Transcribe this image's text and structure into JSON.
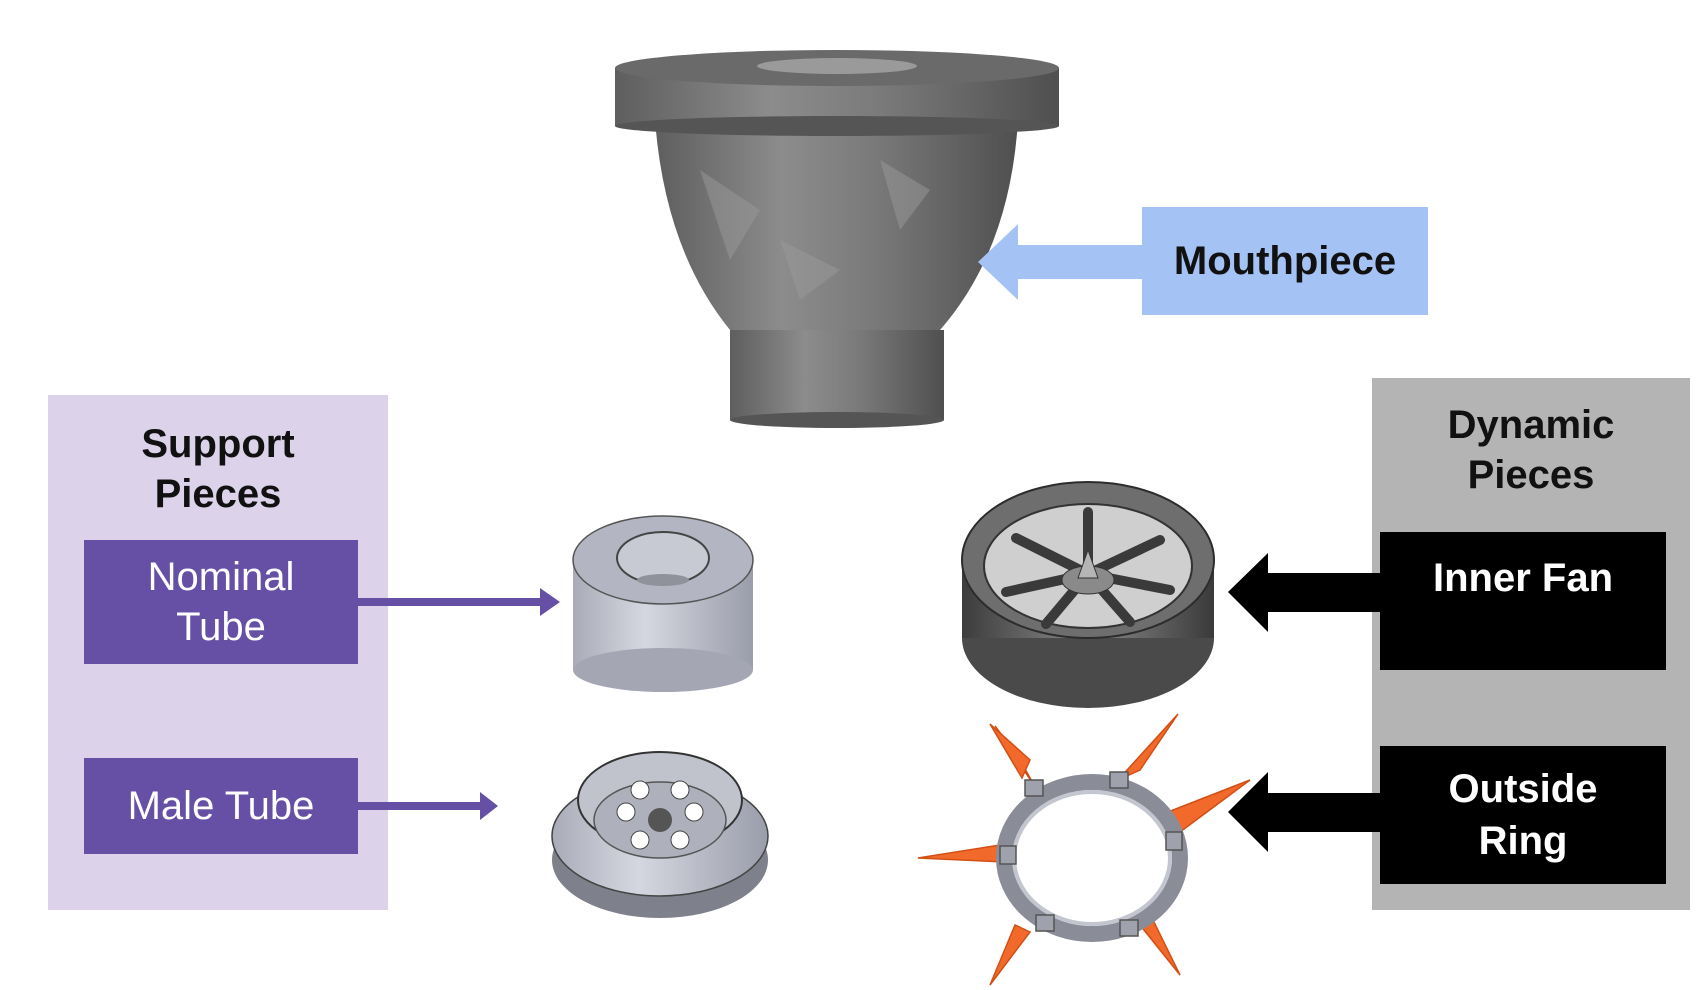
{
  "mouthpiece": {
    "label": "Mouthpiece"
  },
  "support_pieces": {
    "title": "Support\nPieces",
    "nominal_tube": "Nominal\nTube",
    "male_tube": "Male Tube"
  },
  "dynamic_pieces": {
    "title": "Dynamic\nPieces",
    "inner_fan": "Inner Fan",
    "outside_ring": "Outside\nRing"
  },
  "colors": {
    "support_panel": "#dcd3ea",
    "purple_label": "#6650a6",
    "dynamic_panel": "#b4b4b4",
    "mouthpiece_label": "#a4c2f4",
    "fin_orange": "#f26a2b"
  }
}
